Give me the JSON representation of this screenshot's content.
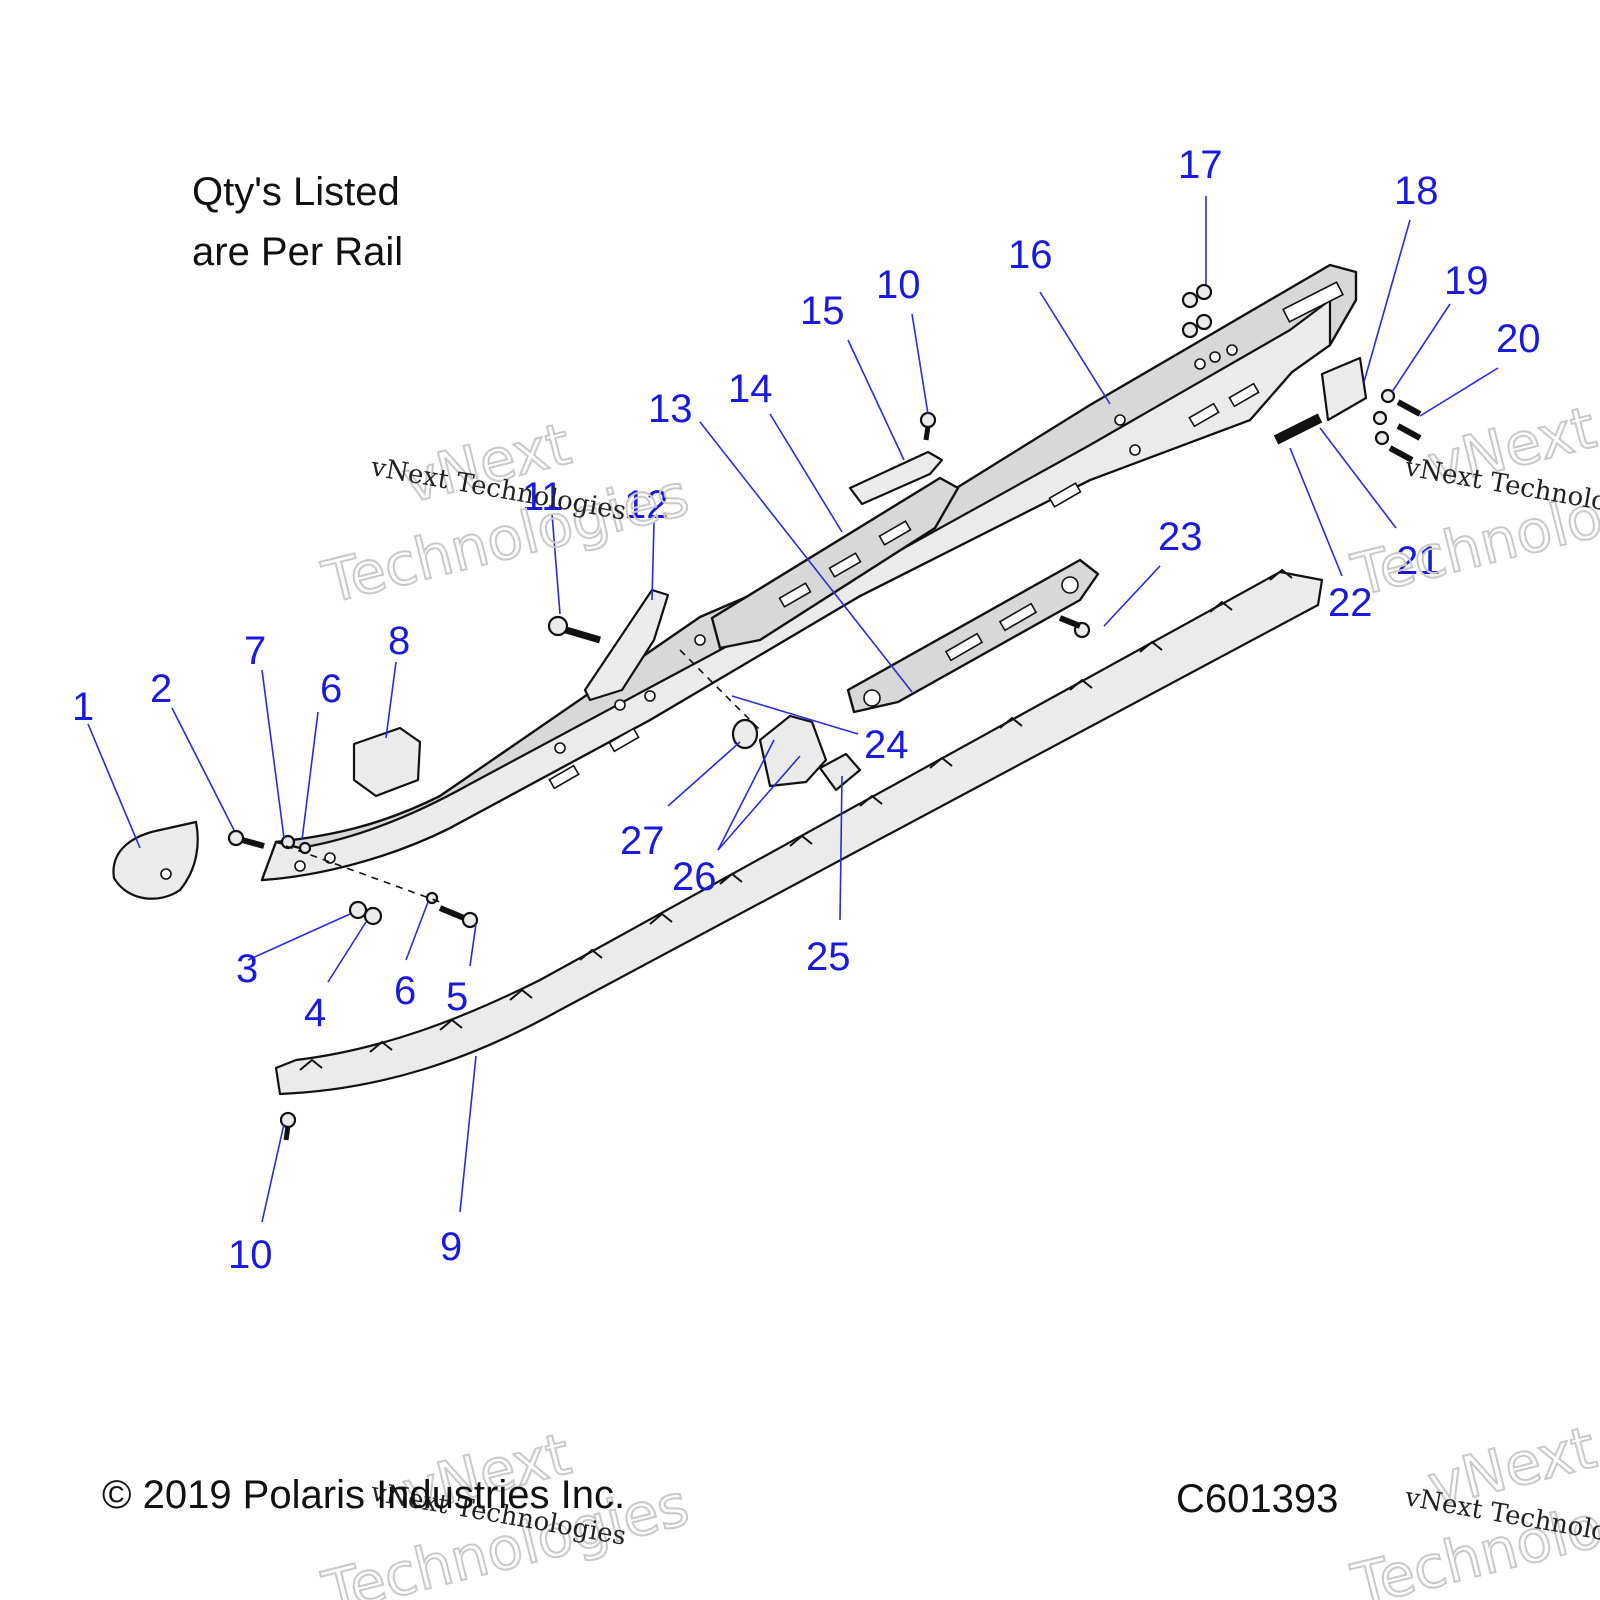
{
  "note": {
    "line1": "Qty's Listed",
    "line2": "are Per Rail"
  },
  "callouts": [
    {
      "id": "c1",
      "text": "1"
    },
    {
      "id": "c2",
      "text": "2"
    },
    {
      "id": "c3",
      "text": "3"
    },
    {
      "id": "c4",
      "text": "4"
    },
    {
      "id": "c5",
      "text": "5"
    },
    {
      "id": "c6a",
      "text": "6"
    },
    {
      "id": "c6b",
      "text": "6"
    },
    {
      "id": "c7",
      "text": "7"
    },
    {
      "id": "c8",
      "text": "8"
    },
    {
      "id": "c9",
      "text": "9"
    },
    {
      "id": "c10a",
      "text": "10"
    },
    {
      "id": "c10b",
      "text": "10"
    },
    {
      "id": "c11",
      "text": "11"
    },
    {
      "id": "c12",
      "text": "12"
    },
    {
      "id": "c13",
      "text": "13"
    },
    {
      "id": "c14",
      "text": "14"
    },
    {
      "id": "c15",
      "text": "15"
    },
    {
      "id": "c16",
      "text": "16"
    },
    {
      "id": "c17",
      "text": "17"
    },
    {
      "id": "c18",
      "text": "18"
    },
    {
      "id": "c19",
      "text": "19"
    },
    {
      "id": "c20",
      "text": "20"
    },
    {
      "id": "c21",
      "text": "21"
    },
    {
      "id": "c22",
      "text": "22"
    },
    {
      "id": "c23",
      "text": "23"
    },
    {
      "id": "c24",
      "text": "24"
    },
    {
      "id": "c25",
      "text": "25"
    },
    {
      "id": "c26",
      "text": "26"
    },
    {
      "id": "c27",
      "text": "27"
    }
  ],
  "watermark": {
    "small": "vNext Technologies",
    "big1": "vNext",
    "big2": "Technologies"
  },
  "footer": {
    "copyright": "© 2019 Polaris Industries Inc.",
    "code": "C601393"
  }
}
